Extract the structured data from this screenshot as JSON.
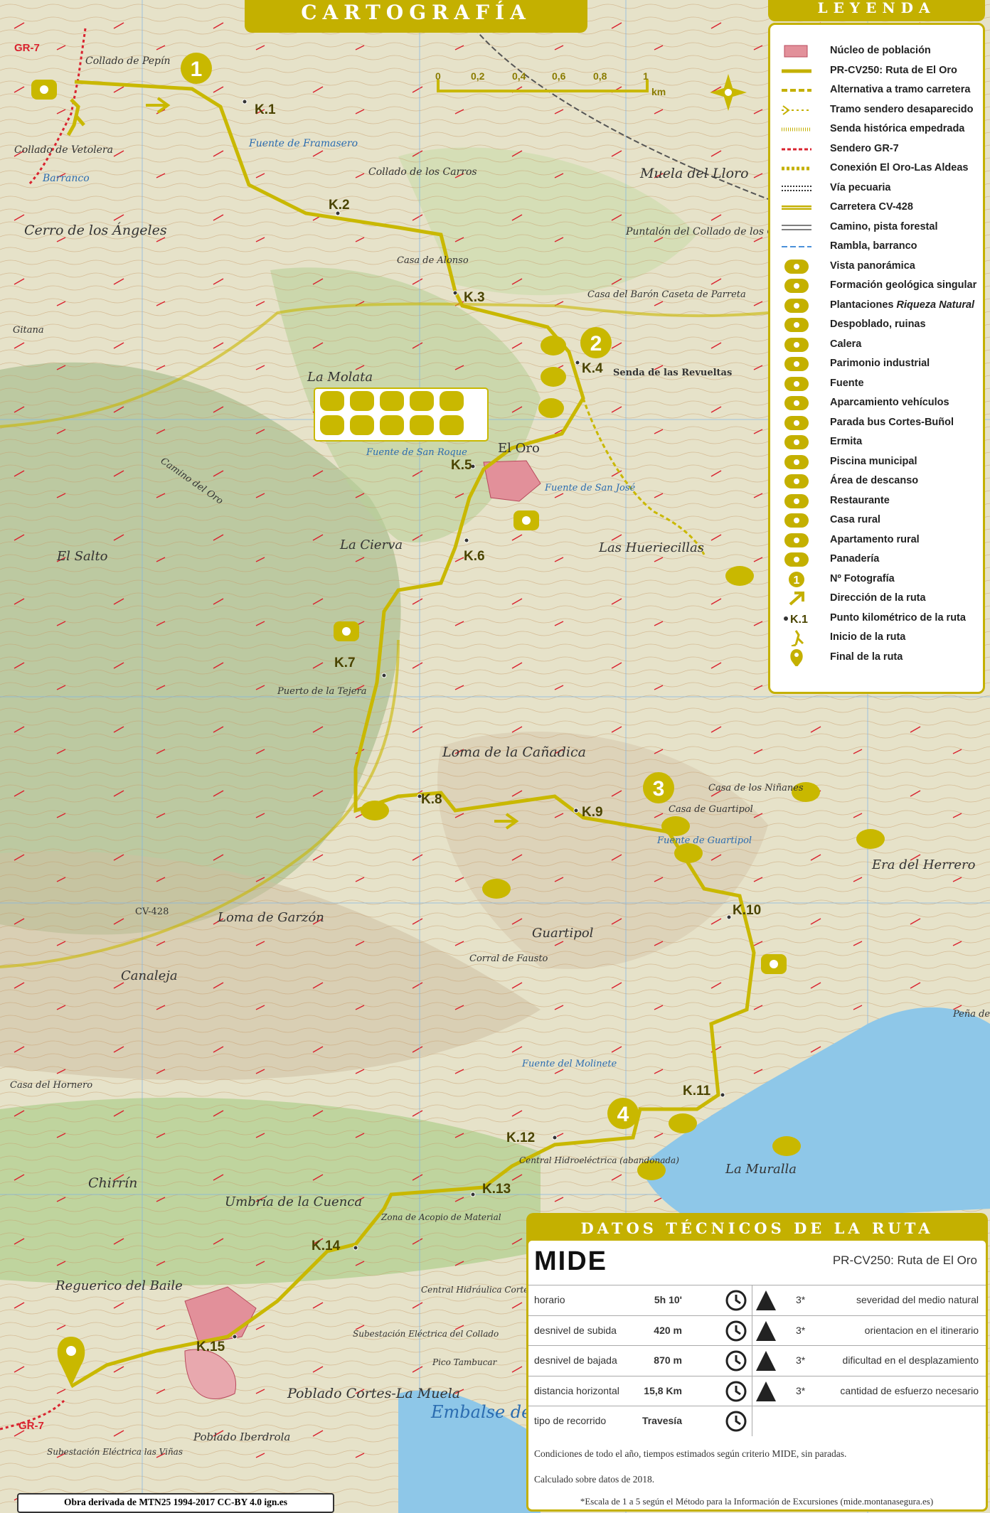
{
  "header": {
    "title": "CARTOGRAFÍA",
    "legend_title": "LEYENDA"
  },
  "scale_bar": {
    "ticks": [
      "0",
      "0,2",
      "0,4",
      "0,6",
      "0,8",
      "1"
    ],
    "unit": "km"
  },
  "colors": {
    "accent": "#c4b000",
    "route": "#c9b800",
    "terrain": "#e6e2c9",
    "forest": "#b9d09a",
    "water": "#8ec7e8",
    "town": "#e2909a",
    "gr7": "#d9232f"
  },
  "legend": {
    "items": [
      {
        "label": "Núcleo de población",
        "icon": "town-block-icon"
      },
      {
        "label": "PR-CV250: Ruta de El Oro",
        "icon": "route-line-icon"
      },
      {
        "label": "Alternativa a tramo carretera",
        "icon": "dashed-line-icon"
      },
      {
        "label": "Tramo sendero desaparecido",
        "icon": "faded-trail-icon"
      },
      {
        "label": "Senda histórica empedrada",
        "icon": "dotted-line-icon"
      },
      {
        "label": "Sendero GR-7",
        "icon": "red-dashed-line-icon"
      },
      {
        "label": "Conexión El Oro-Las Aldeas",
        "icon": "yellow-dashed-line-icon"
      },
      {
        "label": "Vía pecuaria",
        "icon": "double-dotted-line-icon"
      },
      {
        "label": "Carretera CV-428",
        "icon": "road-line-icon"
      },
      {
        "label": "Camino, pista forestal",
        "icon": "double-line-icon"
      },
      {
        "label": "Rambla, barranco",
        "icon": "blue-dashed-line-icon"
      },
      {
        "label": "Vista panorámica",
        "icon": "camera-icon"
      },
      {
        "label": "Formación geológica singular",
        "icon": "mountain-icon"
      },
      {
        "label": "Plantaciones",
        "label_em": "Riqueza Natural",
        "icon": "drops-icon"
      },
      {
        "label": "Despoblado, ruinas",
        "icon": "ruins-icon"
      },
      {
        "label": "Calera",
        "icon": "kiln-icon"
      },
      {
        "label": "Parimonio industrial",
        "icon": "factory-icon"
      },
      {
        "label": "Fuente",
        "icon": "fountain-icon"
      },
      {
        "label": "Aparcamiento vehículos",
        "icon": "parking-icon"
      },
      {
        "label": "Parada bus Cortes-Buñol",
        "icon": "bus-icon"
      },
      {
        "label": "Ermita",
        "icon": "chapel-icon"
      },
      {
        "label": "Piscina municipal",
        "icon": "swimmer-icon"
      },
      {
        "label": "Área de descanso",
        "icon": "picnic-icon"
      },
      {
        "label": "Restaurante",
        "icon": "cutlery-icon"
      },
      {
        "label": "Casa rural",
        "icon": "house-icon"
      },
      {
        "label": "Apartamento rural",
        "icon": "bed-icon"
      },
      {
        "label": "Panadería",
        "icon": "bread-icon"
      },
      {
        "label": "Nº Fotografía",
        "icon": "number-one-icon"
      },
      {
        "label": "Dirección de la ruta",
        "icon": "arrow-icon"
      },
      {
        "label": "Punto kilométrico de la ruta",
        "icon": "km-point-icon"
      },
      {
        "label": "Inicio de la ruta",
        "icon": "hiker-icon"
      },
      {
        "label": "Final de la ruta",
        "icon": "pin-icon"
      }
    ]
  },
  "map": {
    "km_points": [
      "K.1",
      "K.2",
      "K.3",
      "K.4",
      "K.5",
      "K.6",
      "K.7",
      "K.8",
      "K.9",
      "K.10",
      "K.11",
      "K.12",
      "K.13",
      "K.14",
      "K.15"
    ],
    "photo_numbers": [
      "1",
      "2",
      "3",
      "4"
    ],
    "trail_tags": [
      "GR-7",
      "GR-7"
    ],
    "place_labels": {
      "collado_pepin": "Collado de Pepín",
      "collado_vetolera": "Collado de Vetolera",
      "fuente_framasero": "Fuente de Framasero",
      "barranco": "Barranco",
      "collado_carros": "Collado de los Carros",
      "muela_lloro": "Muela del Lloro",
      "puntalon": "Puntalón del Collado de los Carros",
      "cerro_angeles": "Cerro de los Ángeles",
      "casa_alonso": "Casa de Alonso",
      "casa_baron": "Casa del Barón Caseta de Parreta",
      "gitana": "Gitana",
      "la_molata": "La Molata",
      "senda_revueltas": "Senda de las Revueltas",
      "el_oro": "El Oro",
      "fuente_san_roque": "Fuente de San Roque",
      "fuente_san_jose": "Fuente de San José",
      "camino_oro": "Camino del Oro",
      "el_salto": "El Salto",
      "la_cierva": "La Cierva",
      "las_hueriecillas": "Las Hueriecillas",
      "puerto_tejera": "Puerto de la Tejera",
      "loma_canadica": "Loma de la Cañadica",
      "casa_ninanes": "Casa de los Niñanes",
      "casa_guartipol": "Casa de Guartipol",
      "fuente_guartipol": "Fuente de Guartipol",
      "era_herrero": "Era del Herrero",
      "cv428": "CV-428",
      "loma_garzon": "Loma de Garzón",
      "guartipol": "Guartipol",
      "corral_fausto": "Corral de Fausto",
      "canaleja": "Canaleja",
      "fuente_molinete": "Fuente del Molinete",
      "casa_hornero": "Casa del Hornero",
      "la_muralla": "La Muralla",
      "chirrin": "Chirrín",
      "central_hidro": "Central Hidroeléctrica (abandonada)",
      "umbria_cuenca": "Umbría de la Cuenca",
      "zona_acopio": "Zona de Acopio de Material",
      "reguerico": "Reguerico del Baile",
      "central_cortes": "Central Hidráulica Cortes",
      "subestacion_collado": "Subestación Eléctrica del Collado",
      "pico_tambucar": "Pico Tambucar",
      "poblado_muela": "Poblado Cortes-La Muela",
      "embalse": "Embalse de Cortes de P",
      "poblado_iberdrola": "Poblado Iberdrola",
      "subestacion_vinas": "Subestación Eléctrica las Viñas",
      "pena": "Peña del"
    }
  },
  "tech": {
    "title": "DATOS TÉCNICOS DE LA RUTA",
    "logo": "MIDE",
    "route_name": "PR-CV250: Ruta de El Oro",
    "rows": [
      {
        "label": "horario",
        "value": "5h 10'",
        "icon": "stopwatch-icon",
        "icon2": "warning-icon",
        "score": "3*",
        "desc": "severidad del medio natural"
      },
      {
        "label": "desnivel de subida",
        "value": "420 m",
        "icon": "ascent-icon",
        "icon2": "signpost-icon",
        "score": "3*",
        "desc": "orientacion en el itinerario"
      },
      {
        "label": "desnivel de bajada",
        "value": "870 m",
        "icon": "descent-icon",
        "icon2": "boot-icon",
        "score": "3*",
        "desc": "dificultad en el desplazamiento"
      },
      {
        "label": "distancia horizontal",
        "value": "15,8 Km",
        "icon": "arrows-icon",
        "icon2": "effort-icon",
        "score": "3*",
        "desc": "cantidad de esfuerzo necesario"
      },
      {
        "label": "tipo de recorrido",
        "value": "Travesía",
        "icon": "loop-icon"
      }
    ],
    "note1": "Condiciones de todo el año, tiempos estimados según criterio MIDE, sin paradas.",
    "note2": "Calculado sobre datos de 2018."
  },
  "attribution": "Obra derivada de MTN25 1994-2017 CC-BY 4.0 ign.es",
  "footnote": "*Escala de 1 a 5 según el Método para la Información de Excursiones (mide.montanasegura.es)"
}
